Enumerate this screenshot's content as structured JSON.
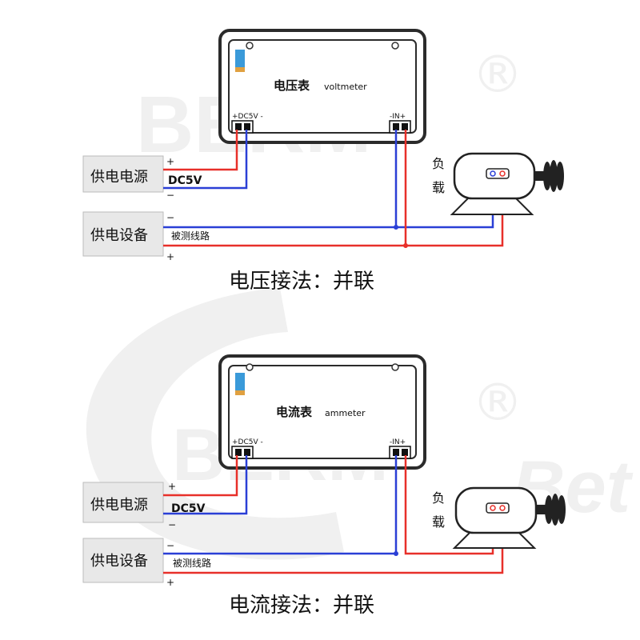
{
  "top": {
    "meter_cn": "电压表",
    "meter_en": "voltmeter",
    "dc_label": "+DC5V  -",
    "in_label": "-IN+",
    "caption": "电压接法：并联"
  },
  "bottom": {
    "meter_cn": "电流表",
    "meter_en": "ammeter",
    "dc_label": "+DC5V  -",
    "in_label": "-IN+",
    "caption": "电流接法：并联"
  },
  "labels": {
    "power_supply": "供电电源",
    "dc5v": "DC5V",
    "device": "供电设备",
    "measured_line": "被测线路",
    "plus": "+",
    "minus": "−",
    "load_1": "负",
    "load_2": "载"
  },
  "colors": {
    "red_wire": "#e8302a",
    "blue_wire": "#2a3fd6",
    "box_fill": "#e8e8e8",
    "meter_blue": "#3a9ad9",
    "watermark": "#efefef"
  },
  "watermark": {
    "brand_1": "BERM",
    "brand_2": "BERM",
    "brand_3": "Bet"
  },
  "icons": [
    "registered-icon",
    "motor-icon",
    "pulley-icon",
    "terminal-icon"
  ]
}
